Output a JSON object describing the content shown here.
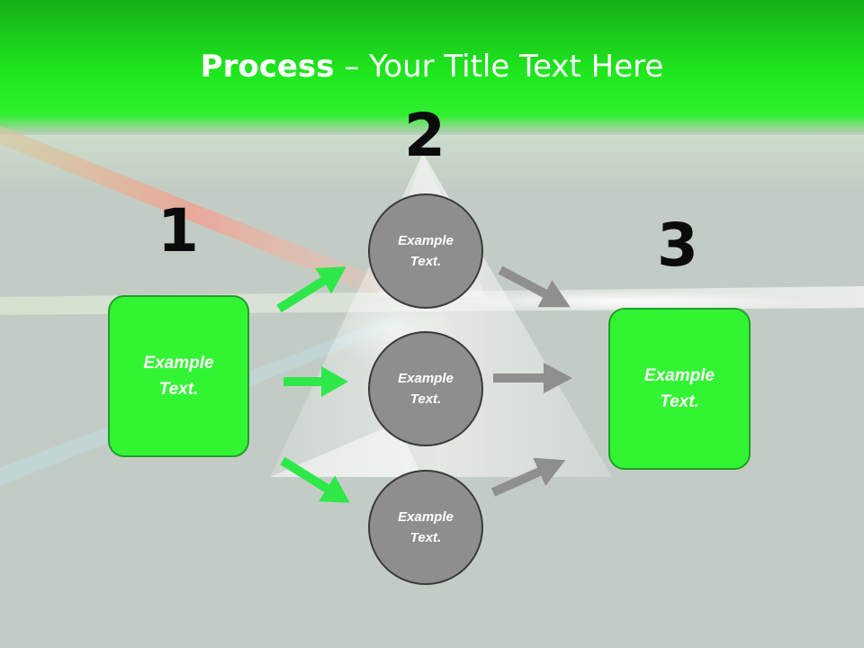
{
  "title": {
    "bold": "Process",
    "separator": "–",
    "rest": "Your Title Text Here"
  },
  "steps": {
    "one": "1",
    "two": "2",
    "three": "3"
  },
  "left_box": {
    "text": "Example\nText."
  },
  "right_box": {
    "text": "Example\nText."
  },
  "circles": [
    {
      "text": "Example\nText."
    },
    {
      "text": "Example\nText."
    },
    {
      "text": "Example\nText."
    }
  ],
  "colors": {
    "header_green": "#1fe81f",
    "box_green": "#33f433",
    "green_arrow": "#2ee84a",
    "gray_arrow": "#8f8f8f",
    "circle_gray": "#8e8e8e"
  }
}
